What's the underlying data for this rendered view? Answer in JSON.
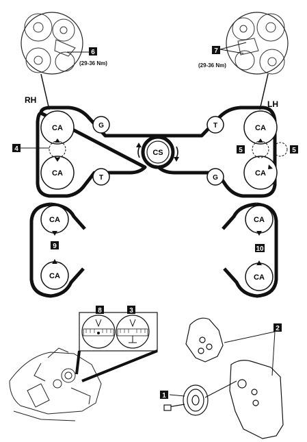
{
  "side_labels": {
    "right": "RH",
    "left": "LH"
  },
  "torque_left": "(29-36 Nm)",
  "torque_right": "(29-36 Nm)",
  "callouts": {
    "c1": "1",
    "c2": "2",
    "c3": "3",
    "c4": "4",
    "c5a": "5",
    "c5b": "5",
    "c6": "6",
    "c7": "7",
    "c8": "8",
    "c9": "9",
    "c10": "10"
  },
  "pulleys": {
    "cam": "CA",
    "crank": "CS",
    "guide": "G",
    "tensioner": "T"
  }
}
